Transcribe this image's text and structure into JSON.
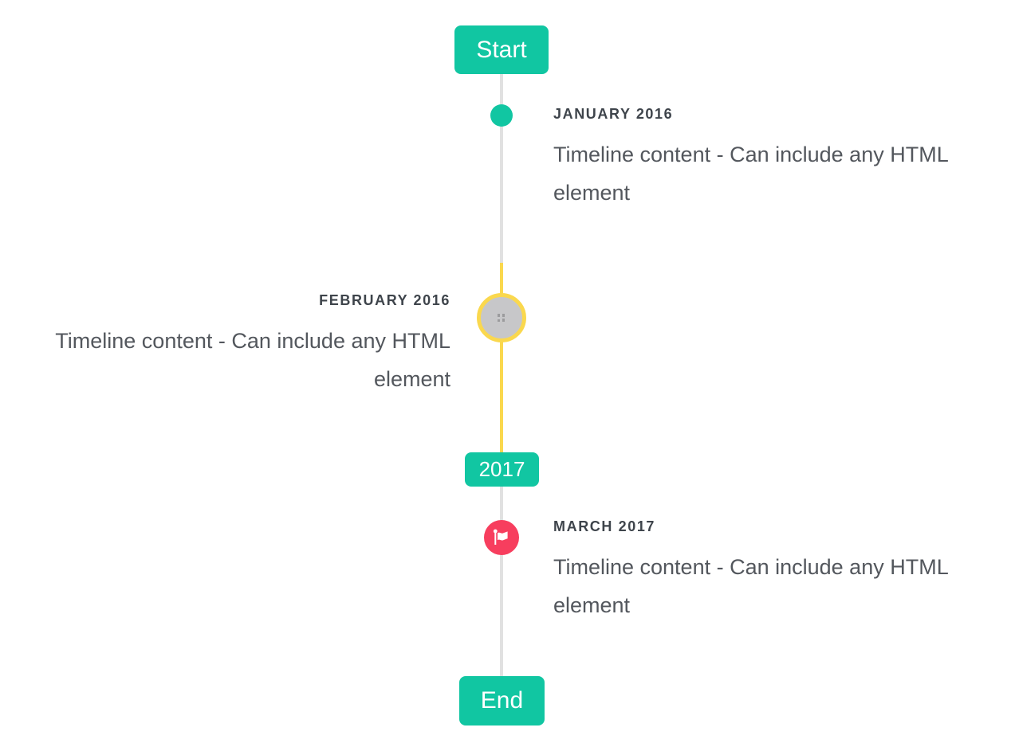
{
  "timeline": {
    "start_badge": "Start",
    "year_badge": "2017",
    "end_badge": "End",
    "events": [
      {
        "title": "JANUARY 2016",
        "content": "Timeline content - Can include any HTML element",
        "side": "right",
        "marker": "teal-dot"
      },
      {
        "title": "FEBRUARY 2016",
        "content": "Timeline content - Can include any HTML element",
        "side": "left",
        "marker": "image-placeholder-circle-yellow-ring"
      },
      {
        "title": "MARCH 2017",
        "content": "Timeline content - Can include any HTML element",
        "side": "right",
        "marker": "red-flag-circle"
      }
    ]
  },
  "colors": {
    "accent_teal": "#11c6a2",
    "highlight_yellow": "#fad84e",
    "flag_red": "#f73e5e",
    "line_gray": "#e1e1e1",
    "placeholder_gray": "#c7c7c9",
    "title_text": "#3e444b",
    "content_text": "#53575d",
    "badge_text": "#ffffff"
  }
}
